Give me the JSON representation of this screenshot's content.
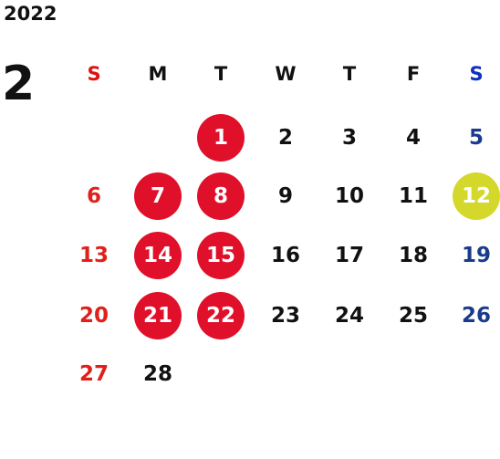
{
  "calendar": {
    "year": "2022",
    "month": "2",
    "weekday_headers": [
      {
        "label": "S",
        "color": "#e01010"
      },
      {
        "label": "M",
        "color": "#111111"
      },
      {
        "label": "T",
        "color": "#111111"
      },
      {
        "label": "W",
        "color": "#111111"
      },
      {
        "label": "T",
        "color": "#111111"
      },
      {
        "label": "F",
        "color": "#111111"
      },
      {
        "label": "S",
        "color": "#1030c0"
      }
    ],
    "highlight_colors": {
      "red": "#e0102a",
      "yellow": "#d4d82a"
    },
    "day_colors": {
      "sunday": "#e0201a",
      "weekday": "#111111",
      "saturday": "#1a3a8c",
      "on_highlight": "#ffffff"
    },
    "days": [
      {
        "day": "1",
        "weekday": 2,
        "week": 0,
        "highlight": "red"
      },
      {
        "day": "2",
        "weekday": 3,
        "week": 0
      },
      {
        "day": "3",
        "weekday": 4,
        "week": 0
      },
      {
        "day": "4",
        "weekday": 5,
        "week": 0
      },
      {
        "day": "5",
        "weekday": 6,
        "week": 0
      },
      {
        "day": "6",
        "weekday": 0,
        "week": 1
      },
      {
        "day": "7",
        "weekday": 1,
        "week": 1,
        "highlight": "red"
      },
      {
        "day": "8",
        "weekday": 2,
        "week": 1,
        "highlight": "red"
      },
      {
        "day": "9",
        "weekday": 3,
        "week": 1
      },
      {
        "day": "10",
        "weekday": 4,
        "week": 1
      },
      {
        "day": "11",
        "weekday": 5,
        "week": 1
      },
      {
        "day": "12",
        "weekday": 6,
        "week": 1,
        "highlight": "yellow"
      },
      {
        "day": "13",
        "weekday": 0,
        "week": 2
      },
      {
        "day": "14",
        "weekday": 1,
        "week": 2,
        "highlight": "red"
      },
      {
        "day": "15",
        "weekday": 2,
        "week": 2,
        "highlight": "red"
      },
      {
        "day": "16",
        "weekday": 3,
        "week": 2
      },
      {
        "day": "17",
        "weekday": 4,
        "week": 2
      },
      {
        "day": "18",
        "weekday": 5,
        "week": 2
      },
      {
        "day": "19",
        "weekday": 6,
        "week": 2
      },
      {
        "day": "20",
        "weekday": 0,
        "week": 3
      },
      {
        "day": "21",
        "weekday": 1,
        "week": 3,
        "highlight": "red"
      },
      {
        "day": "22",
        "weekday": 2,
        "week": 3,
        "highlight": "red"
      },
      {
        "day": "23",
        "weekday": 3,
        "week": 3
      },
      {
        "day": "24",
        "weekday": 4,
        "week": 3
      },
      {
        "day": "25",
        "weekday": 5,
        "week": 3
      },
      {
        "day": "26",
        "weekday": 6,
        "week": 3
      },
      {
        "day": "27",
        "weekday": 0,
        "week": 4
      },
      {
        "day": "28",
        "weekday": 1,
        "week": 4
      }
    ]
  }
}
